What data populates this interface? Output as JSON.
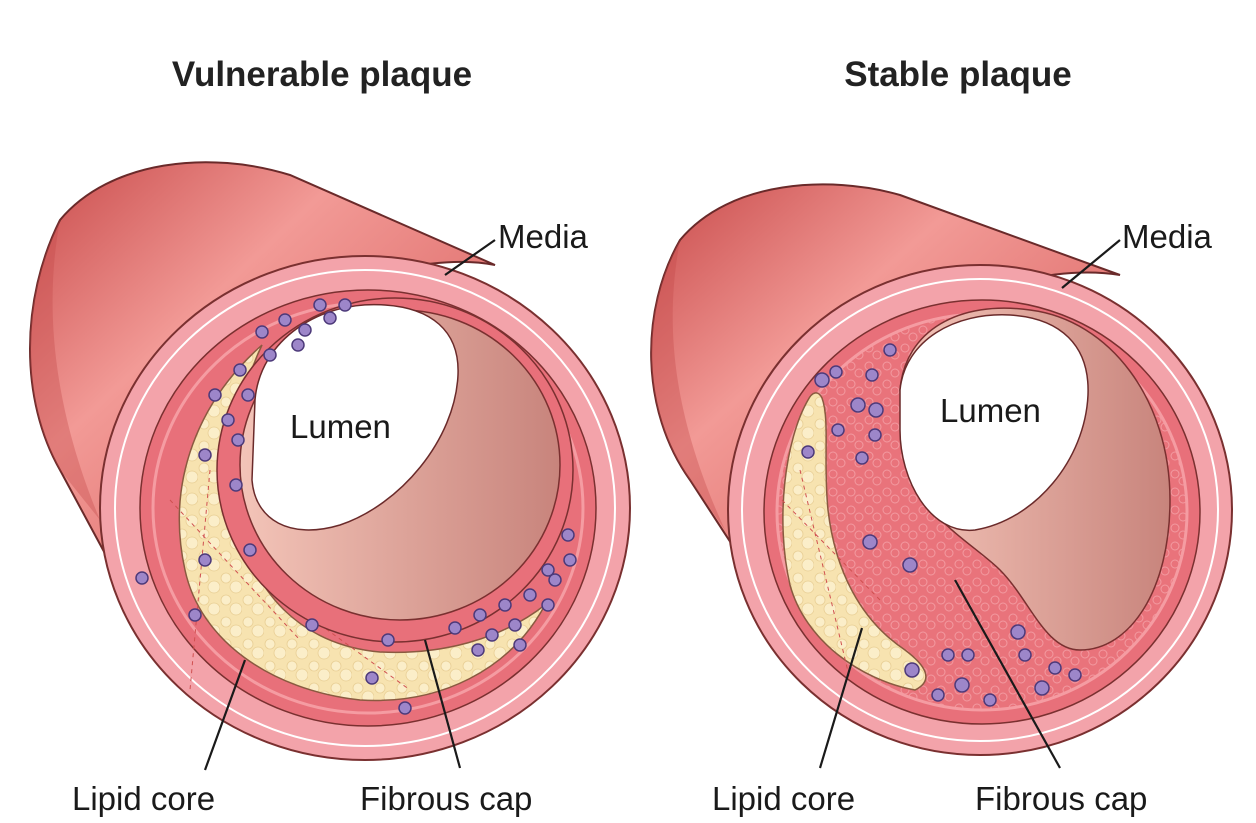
{
  "panels": [
    {
      "title": "Vulnerable plaque",
      "labels": {
        "media": "Media",
        "lumen": "Lumen",
        "lipid_core": "Lipid core",
        "fibrous_cap": "Fibrous cap"
      }
    },
    {
      "title": "Stable plaque",
      "labels": {
        "media": "Media",
        "lumen": "Lumen",
        "lipid_core": "Lipid core",
        "fibrous_cap": "Fibrous cap"
      }
    }
  ],
  "colors": {
    "vessel_outer": "#e06a6a",
    "vessel_dark": "#c24848",
    "media": "#f4a0a8",
    "intima": "#e8707a",
    "lipid": "#f7e3b0",
    "lumen_inside": "#d99a90",
    "cell": "#8a6fb8"
  }
}
